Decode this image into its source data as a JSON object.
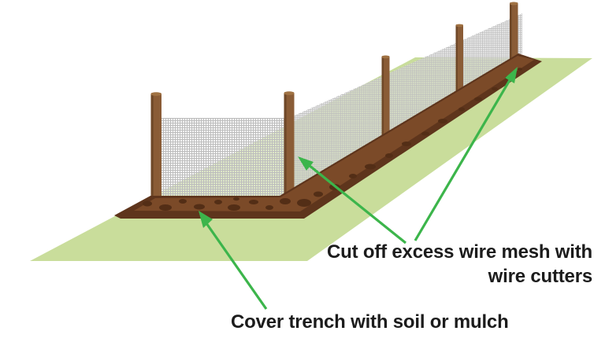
{
  "labels": {
    "cut_off_excess": {
      "line1": "Cut off excess wire mesh with",
      "line2": "wire cutters"
    },
    "cover_trench": {
      "text": "Cover trench with soil or mulch"
    }
  },
  "colors": {
    "background": "#ffffff",
    "grass": "#c9dd9b",
    "mesh_wire": "#bdbdbd",
    "mesh_sheen": "rgba(255,255,255,0.45)",
    "post": "#8a5c36",
    "post_shade": "#6f4828",
    "post_cap": "#a07243",
    "trench_top": "#7b4a28",
    "trench_shadow": "#5e351c",
    "soil_spot": "#532e16",
    "arrow": "#3cb54b",
    "label_text": "#1c1c1c"
  }
}
